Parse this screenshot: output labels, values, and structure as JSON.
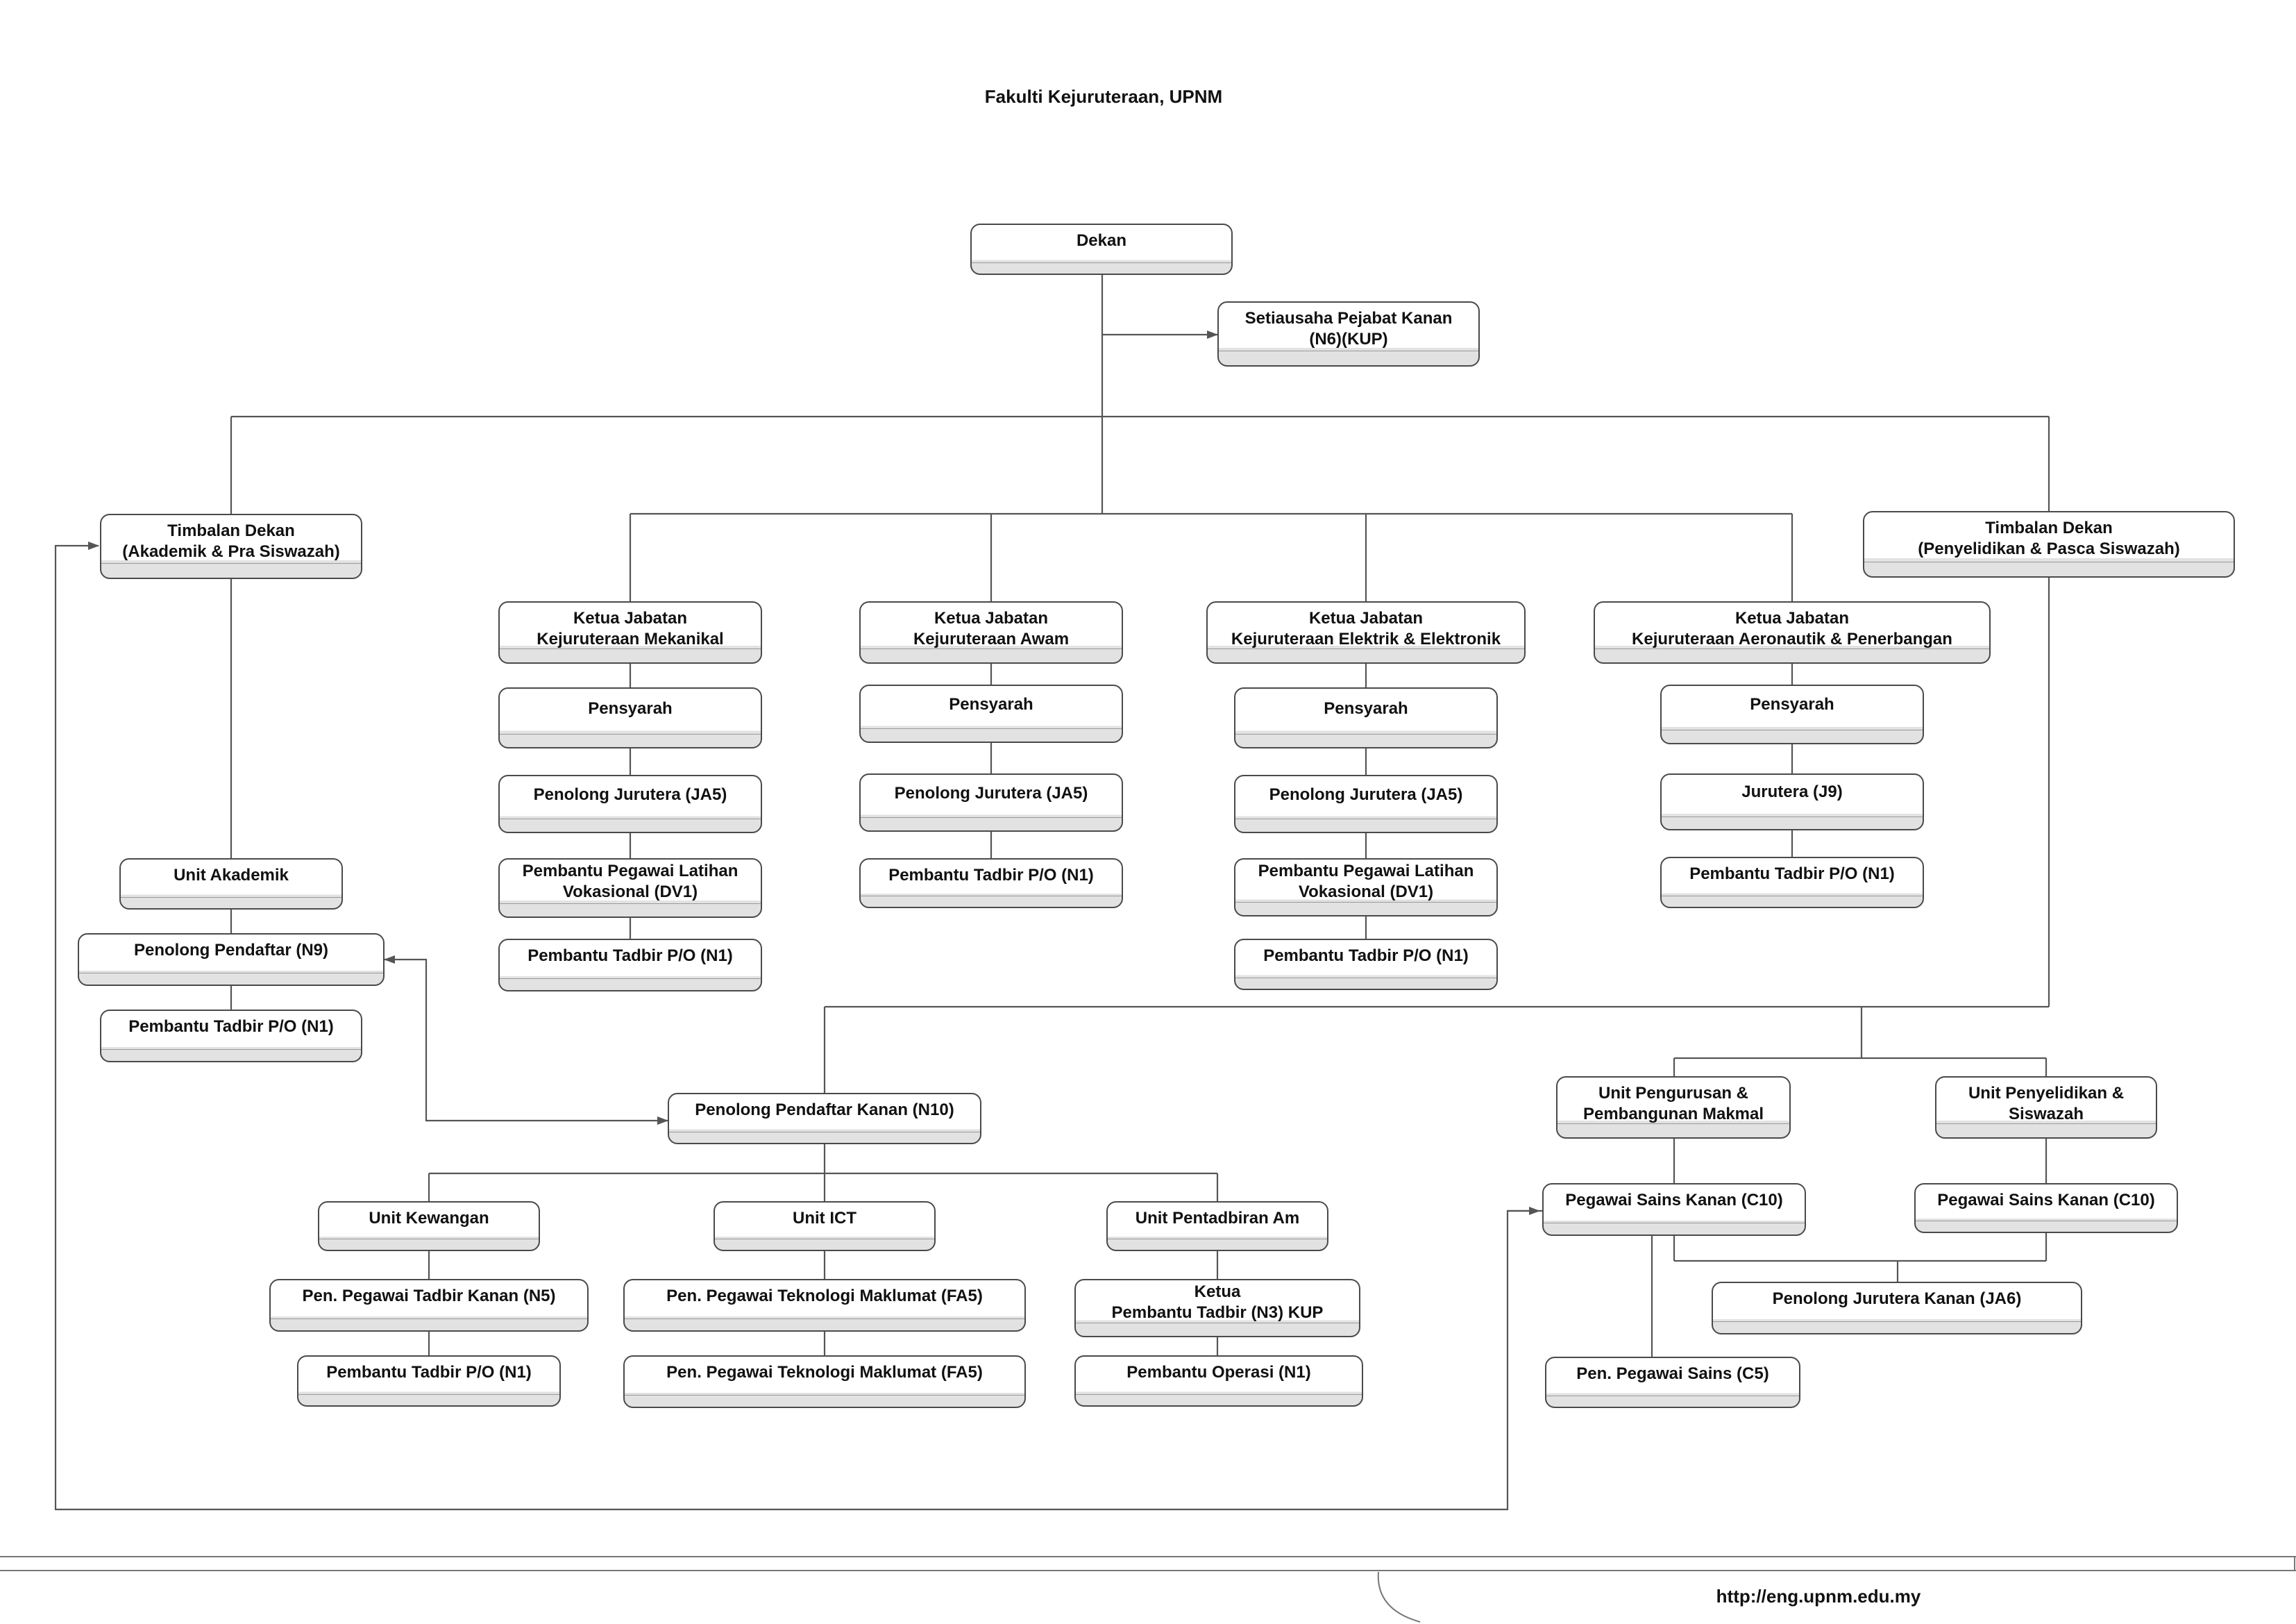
{
  "header": {
    "title": "Fakulti Kejuruteraan, UPNM"
  },
  "footer": {
    "url": "http://eng.upnm.edu.my"
  },
  "nodes": {
    "dekan": "Dekan",
    "setiausaha": "Setiausaha Pejabat Kanan\n(N6)(KUP)",
    "td_akademik": "Timbalan Dekan\n(Akademik & Pra Siswazah)",
    "td_penyelidikan": "Timbalan Dekan\n(Penyelidikan & Pasca Siswazah)",
    "kj_mekanikal": "Ketua Jabatan\nKejuruteraan Mekanikal",
    "kj_awam": "Ketua Jabatan\nKejuruteraan Awam",
    "kj_elektrik": "Ketua Jabatan\nKejuruteraan Elektrik & Elektronik",
    "kj_aeronautik": "Ketua Jabatan\nKejuruteraan Aeronautik & Penerbangan",
    "pensyarah_mek": "Pensyarah",
    "pensyarah_awam": "Pensyarah",
    "pensyarah_elek": "Pensyarah",
    "pensyarah_aero": "Pensyarah",
    "pj_mek": "Penolong Jurutera (JA5)",
    "pj_awam": "Penolong Jurutera (JA5)",
    "pj_elek": "Penolong Jurutera (JA5)",
    "jurutera_aero": "Jurutera (J9)",
    "ppl_mek": "Pembantu Pegawai Latihan\nVokasional (DV1)",
    "pt_awam": "Pembantu Tadbir P/O (N1)",
    "ppl_elek": "Pembantu Pegawai Latihan\nVokasional (DV1)",
    "pt_aero": "Pembantu Tadbir P/O (N1)",
    "pt_mek": "Pembantu Tadbir P/O (N1)",
    "pt_elek": "Pembantu Tadbir P/O (N1)",
    "unit_akademik": "Unit Akademik",
    "penolong_pendaftar": "Penolong Pendaftar (N9)",
    "pt_akademik": "Pembantu Tadbir P/O (N1)",
    "ppk": "Penolong Pendaftar Kanan (N10)",
    "unit_kewangan": "Unit Kewangan",
    "unit_ict": "Unit ICT",
    "unit_pentadbiran": "Unit Pentadbiran Am",
    "pen_ptk": "Pen. Pegawai Tadbir Kanan (N5)",
    "pen_ptm1": "Pen. Pegawai Teknologi Maklumat (FA5)",
    "ketua_pt": "Ketua\nPembantu Tadbir (N3) KUP",
    "pt_kewangan": "Pembantu Tadbir P/O (N1)",
    "pen_ptm2": "Pen. Pegawai Teknologi Maklumat (FA5)",
    "pembantu_operasi": "Pembantu Operasi (N1)",
    "unit_makmal": "Unit Pengurusan &\nPembangunan Makmal",
    "unit_penyelidikan": "Unit Penyelidikan &\nSiswazah",
    "psk_makmal": "Pegawai Sains Kanan (C10)",
    "psk_penyelidikan": "Pegawai Sains Kanan (C10)",
    "pjk": "Penolong Jurutera Kanan (JA6)",
    "pen_ps": "Pen. Pegawai Sains (C5)"
  }
}
